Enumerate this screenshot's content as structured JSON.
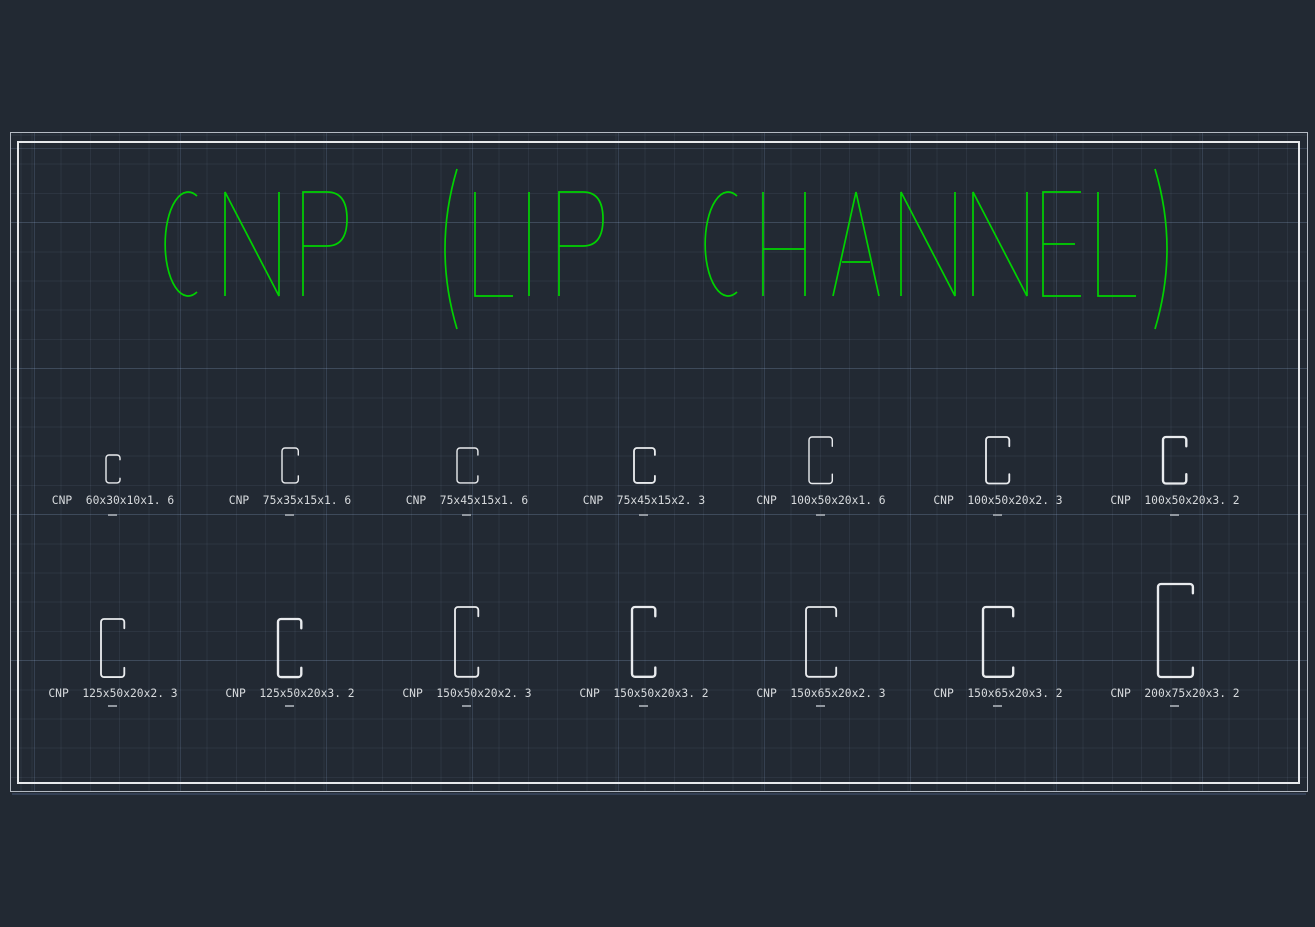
{
  "canvas": {
    "colors": {
      "background": "#222933",
      "grid_minor": "rgba(165,185,215,0.08)",
      "grid_major": "rgba(150,180,225,0.17)",
      "frame_outer": "#b4bac3",
      "frame_inner": "#e7e9ec",
      "frame_shadow": "rgba(95,120,165,0.30)",
      "title": "#00d200",
      "profile_stroke": "#e9ebee",
      "label": "#d7dadd",
      "tick": "#9298a0"
    },
    "title": {
      "text": "CNP (LIP CHANNEL)"
    },
    "profiles": {
      "rows": [
        {
          "items": [
            {
              "label": "CNP  60x30x10x1. 6",
              "height_mm": 60,
              "flange_mm": 30,
              "lip_mm": 10,
              "thickness_mm": 1.6
            },
            {
              "label": "CNP  75x35x15x1. 6",
              "height_mm": 75,
              "flange_mm": 35,
              "lip_mm": 15,
              "thickness_mm": 1.6
            },
            {
              "label": "CNP  75x45x15x1. 6",
              "height_mm": 75,
              "flange_mm": 45,
              "lip_mm": 15,
              "thickness_mm": 1.6
            },
            {
              "label": "CNP  75x45x15x2. 3",
              "height_mm": 75,
              "flange_mm": 45,
              "lip_mm": 15,
              "thickness_mm": 2.3
            },
            {
              "label": "CNP  100x50x20x1. 6",
              "height_mm": 100,
              "flange_mm": 50,
              "lip_mm": 20,
              "thickness_mm": 1.6
            },
            {
              "label": "CNP  100x50x20x2. 3",
              "height_mm": 100,
              "flange_mm": 50,
              "lip_mm": 20,
              "thickness_mm": 2.3
            },
            {
              "label": "CNP  100x50x20x3. 2",
              "height_mm": 100,
              "flange_mm": 50,
              "lip_mm": 20,
              "thickness_mm": 3.2
            }
          ]
        },
        {
          "items": [
            {
              "label": "CNP  125x50x20x2. 3",
              "height_mm": 125,
              "flange_mm": 50,
              "lip_mm": 20,
              "thickness_mm": 2.3
            },
            {
              "label": "CNP  125x50x20x3. 2",
              "height_mm": 125,
              "flange_mm": 50,
              "lip_mm": 20,
              "thickness_mm": 3.2
            },
            {
              "label": "CNP  150x50x20x2. 3",
              "height_mm": 150,
              "flange_mm": 50,
              "lip_mm": 20,
              "thickness_mm": 2.3
            },
            {
              "label": "CNP  150x50x20x3. 2",
              "height_mm": 150,
              "flange_mm": 50,
              "lip_mm": 20,
              "thickness_mm": 3.2
            },
            {
              "label": "CNP  150x65x20x2. 3",
              "height_mm": 150,
              "flange_mm": 65,
              "lip_mm": 20,
              "thickness_mm": 2.3
            },
            {
              "label": "CNP  150x65x20x3. 2",
              "height_mm": 150,
              "flange_mm": 65,
              "lip_mm": 20,
              "thickness_mm": 3.2
            },
            {
              "label": "CNP  200x75x20x3. 2",
              "height_mm": 200,
              "flange_mm": 75,
              "lip_mm": 20,
              "thickness_mm": 3.2
            }
          ]
        }
      ]
    }
  }
}
